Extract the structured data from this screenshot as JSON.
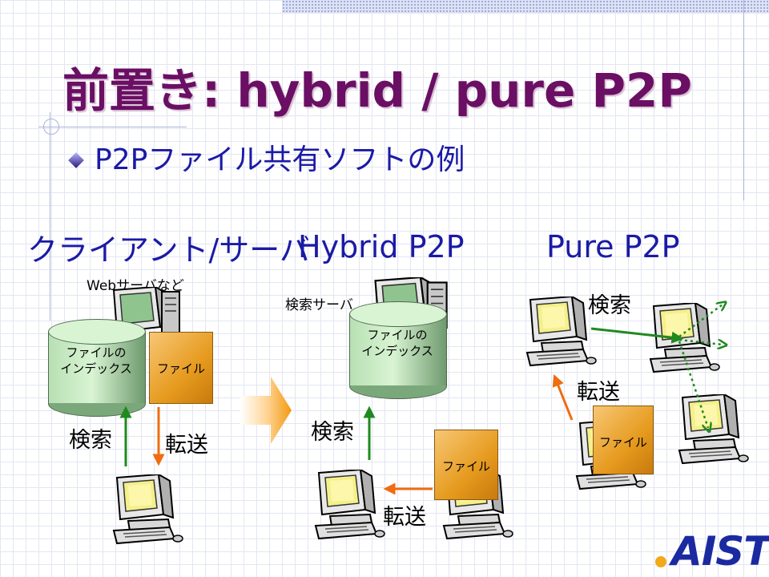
{
  "slide": {
    "title": "前置き: hybrid / pure P2P",
    "bullet": "P2Pファイル共有ソフトの例"
  },
  "columns": {
    "client_server": {
      "heading": "クライアント/サーバ",
      "server_label": "Webサーバなど",
      "index_label_line1": "ファイルの",
      "index_label_line2": "インデックス",
      "file_label": "ファイル",
      "search_label": "検索",
      "transfer_label": "転送"
    },
    "hybrid": {
      "heading": "Hybrid P2P",
      "server_label": "検索サーバ",
      "index_label_line1": "ファイルの",
      "index_label_line2": "インデックス",
      "file_label": "ファイル",
      "search_label": "検索",
      "transfer_label": "転送"
    },
    "pure": {
      "heading": "Pure P2P",
      "search_label": "検索",
      "transfer_label": "転送",
      "file_label": "ファイル"
    }
  },
  "logo": {
    "text": "AIST"
  },
  "colors": {
    "title": "#6a0f64",
    "heading": "#1a1aa6",
    "search_arrow": "#1f8a1f",
    "transfer_arrow": "#ef6c10",
    "file_doc": "#e69a1e",
    "database": "#b8e0b4"
  },
  "icons": {
    "computer": "desktop-computer-icon",
    "server": "server-tower-icon",
    "database": "database-cylinder-icon",
    "file": "document-icon",
    "big_arrow": "right-arrow-icon"
  }
}
